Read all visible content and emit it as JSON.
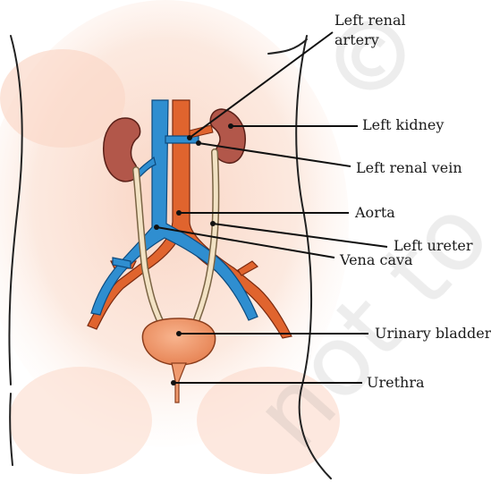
{
  "labels": {
    "left_renal_artery": "Left renal artery",
    "left_kidney": "Left kidney",
    "left_renal_vein": "Left renal vein",
    "aorta": "Aorta",
    "left_ureter": "Left ureter",
    "vena_cava": "Vena cava",
    "urinary_bladder": "Urinary bladder",
    "urethra": "Urethra"
  },
  "watermark": "© not to be",
  "colors": {
    "skin": "#f7c9b4",
    "kidney": "#b2574a",
    "aorta": "#e0642e",
    "vena_cava": "#2f8ed0",
    "ureter": "#f2e2c4",
    "bladder": "#ef9a6e",
    "outline": "#222222"
  }
}
